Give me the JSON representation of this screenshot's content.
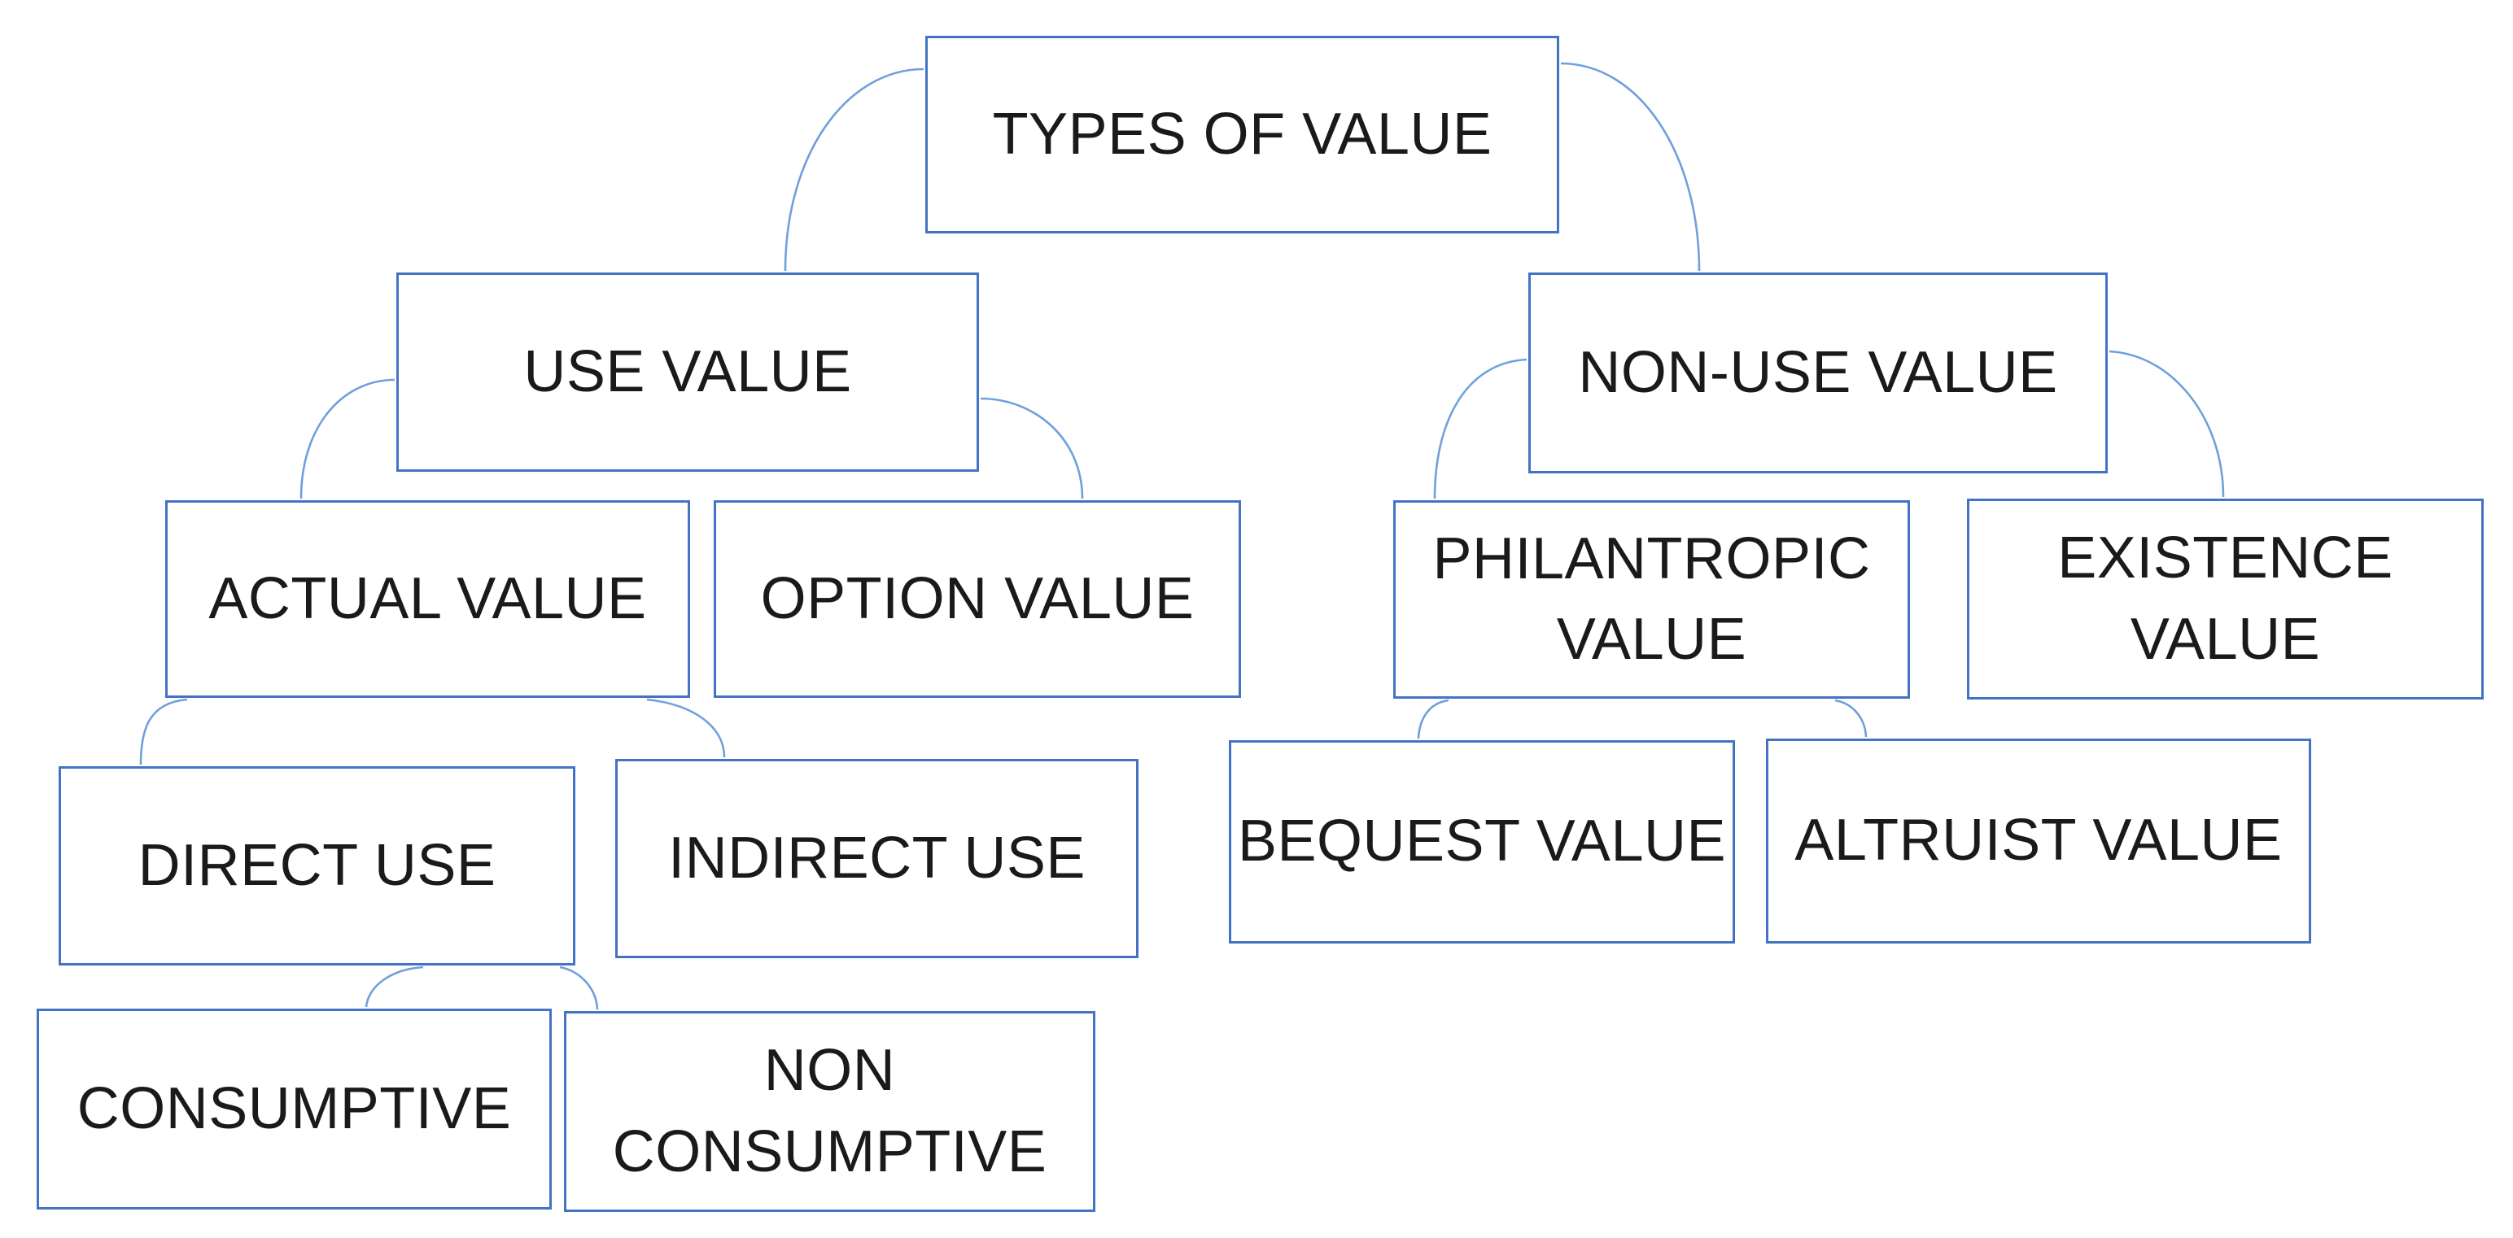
{
  "diagram": {
    "title": "TYPES OF VALUE",
    "colors": {
      "background": "#ffffff",
      "box_border": "#4472C4",
      "connector": "#6FA0DC",
      "text": "#1a1a1a"
    },
    "nodes": {
      "types": {
        "label": "TYPES OF VALUE"
      },
      "use": {
        "label": "USE VALUE"
      },
      "nonuse": {
        "label": "NON-USE VALUE"
      },
      "actual": {
        "label": "ACTUAL VALUE"
      },
      "option": {
        "label": "OPTION VALUE"
      },
      "philantropic": {
        "label": "PHILANTROPIC\nVALUE"
      },
      "existence": {
        "label": "EXISTENCE\nVALUE"
      },
      "direct": {
        "label": "DIRECT USE"
      },
      "indirect": {
        "label": "INDIRECT USE"
      },
      "bequest": {
        "label": "BEQUEST VALUE"
      },
      "altruist": {
        "label": "ALTRUIST VALUE"
      },
      "consumptive": {
        "label": "CONSUMPTIVE"
      },
      "nonconsumptive": {
        "label": "NON\nCONSUMPTIVE"
      }
    },
    "edges": [
      {
        "from": "types",
        "to": "use"
      },
      {
        "from": "types",
        "to": "nonuse"
      },
      {
        "from": "use",
        "to": "actual"
      },
      {
        "from": "use",
        "to": "option"
      },
      {
        "from": "nonuse",
        "to": "philantropic"
      },
      {
        "from": "nonuse",
        "to": "existence"
      },
      {
        "from": "actual",
        "to": "direct"
      },
      {
        "from": "actual",
        "to": "indirect"
      },
      {
        "from": "direct",
        "to": "consumptive"
      },
      {
        "from": "direct",
        "to": "nonconsumptive"
      },
      {
        "from": "philantropic",
        "to": "bequest"
      },
      {
        "from": "philantropic",
        "to": "altruist"
      }
    ]
  }
}
